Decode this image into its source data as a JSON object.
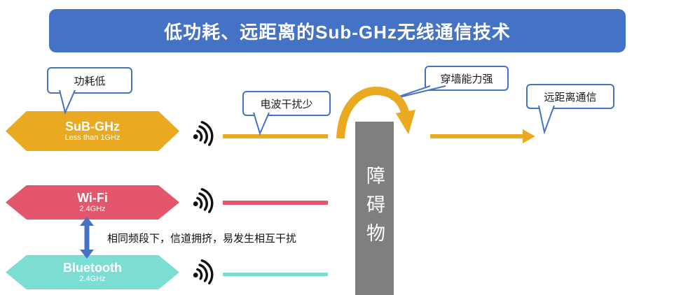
{
  "title": "低功耗、远距离的Sub-GHz无线通信技术",
  "callouts": {
    "low_power": "功耗低",
    "low_interference": "电波干扰少",
    "wall_penetration": "穿墙能力强",
    "long_distance": "远距离通信"
  },
  "bands": {
    "subghz": {
      "name": "SuB-GHz",
      "freq": "Less than 1GHz"
    },
    "wifi": {
      "name": "Wi-Fi",
      "freq": "2.4GHz"
    },
    "bluetooth": {
      "name": "Bluetooth",
      "freq": "2.4GHz"
    }
  },
  "obstacle_label": "障碍物",
  "interference_note": "相同频段下，信道拥挤，易发生相互干扰",
  "icons": {
    "signal": "broadcast-signal-icon",
    "over_arrow": "arc-over-obstacle-arrow",
    "mutual_arrow": "double-headed-arrow"
  },
  "colors": {
    "blue": "#4472C4",
    "gold": "#E9A920",
    "red": "#E4566B",
    "teal": "#7CDDD2",
    "gray": "#7F7F7F"
  }
}
